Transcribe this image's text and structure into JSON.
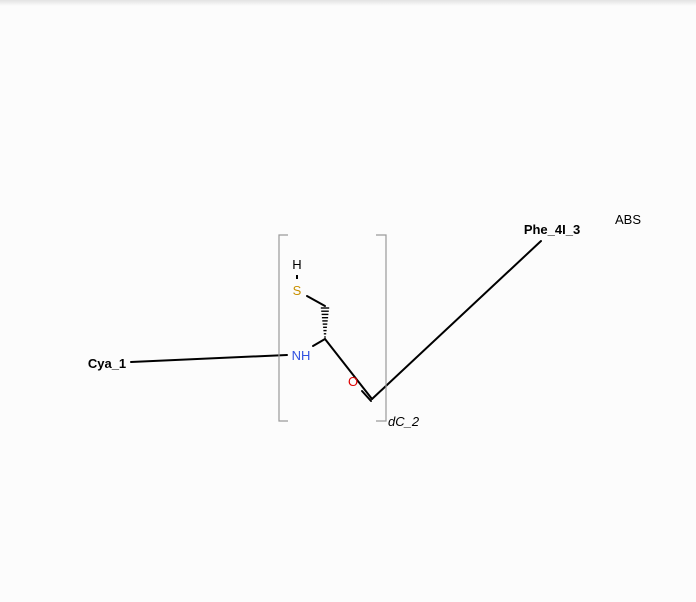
{
  "structure": {
    "chirality_flag": "ABS",
    "residues": {
      "left": "Cya_1",
      "right": "Phe_4I_3"
    },
    "monomer": {
      "label": "dC_2",
      "atoms": {
        "hydrogen": "H",
        "sulfur": "S",
        "amine": "NH",
        "oxygen": "O"
      }
    },
    "colors": {
      "sulfur": "#c89000",
      "nitrogen": "#3050e0",
      "oxygen": "#e00000",
      "bond": "#000000",
      "bracket": "#9a9a9a"
    }
  }
}
